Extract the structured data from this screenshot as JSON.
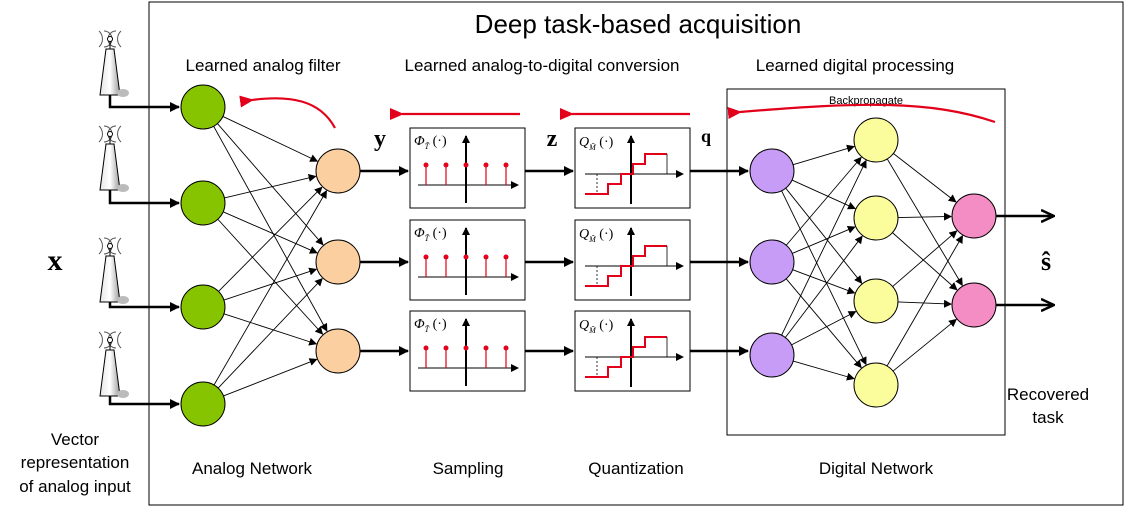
{
  "title": "Deep task-based acquisition",
  "stage_labels": {
    "analog_filter": "Learned analog filter",
    "adc": "Learned analog-to-digital conversion",
    "digital_processing": "Learned digital processing",
    "backprop": "Backpropagate"
  },
  "bottom_labels": {
    "analog_network": "Analog Network",
    "sampling": "Sampling",
    "quantization": "Quantization",
    "digital_network": "Digital Network"
  },
  "input_label": {
    "line1": "Vector",
    "line2": "representation",
    "line3": "of analog input"
  },
  "output_label": {
    "line1": "Recovered",
    "line2": "task"
  },
  "symbols": {
    "x": "x",
    "y": "y",
    "z": "z",
    "q": "q",
    "s_hat": "ŝ"
  },
  "sampling_block_text": "Φ",
  "sampling_block_sub": "T̃",
  "sampling_block_arg": "(·)",
  "quant_block_text": "Q",
  "quant_block_sub": "M̃",
  "quant_block_arg": "(·)",
  "colors": {
    "input_node": "#86c400",
    "analog_hidden": "#fbcf9f",
    "digital_input": "#c79cf7",
    "digital_hidden": "#fbfc9c",
    "digital_output": "#f58dc5",
    "arrow_red": "#e3001b"
  }
}
